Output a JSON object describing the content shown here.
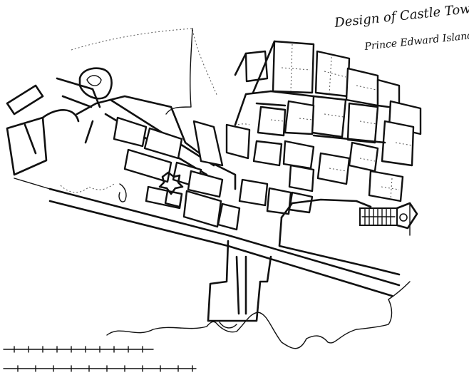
{
  "map": {
    "title_line1": "Design of Castle Town",
    "title_line2": "Prince Edward Island",
    "scale_bar_count": 2
  }
}
